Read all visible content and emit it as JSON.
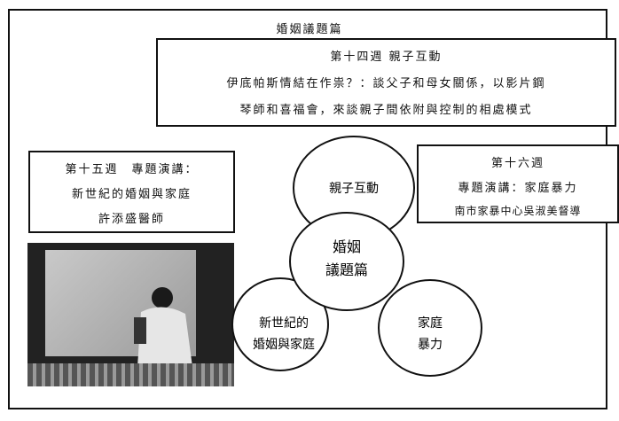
{
  "title": "婚姻議題篇",
  "week14": {
    "heading": "第十四週 親子互動",
    "line1": "伊底帕斯情結在作祟？：談父子和母女關係，以影片鋼",
    "line2": "琴師和喜福會，來談親子間依附與控制的相處模式"
  },
  "week15": {
    "heading": "第十五週　專題演講：",
    "topic": "新世紀的婚姻與家庭",
    "speaker": "許添盛醫師"
  },
  "week16": {
    "heading": "第十六週",
    "topic": "專題演講：家庭暴力",
    "speaker": "南市家暴中心吳淑美督導"
  },
  "diagram": {
    "center_line1": "婚姻",
    "center_line2": "議題篇",
    "top": "親子互動",
    "bottom_left_line1": "新世紀的",
    "bottom_left_line2": "婚姻與家庭",
    "bottom_right_line1": "家庭",
    "bottom_right_line2": "暴力"
  }
}
